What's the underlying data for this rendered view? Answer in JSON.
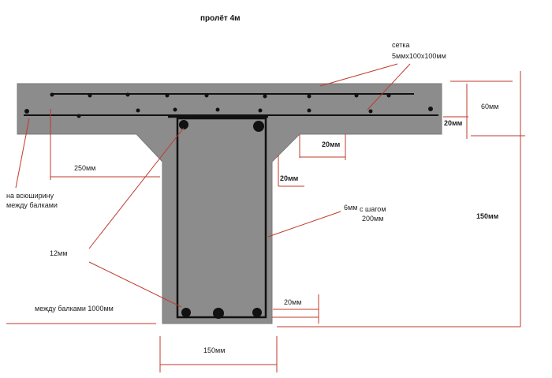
{
  "title": "пролёт 4м",
  "colors": {
    "concrete": "#8c8c8c",
    "dimension_lines": "#c0392b",
    "rebar": "#111111"
  },
  "labels": {
    "mesh_line1": "сетка",
    "mesh_line2": "5ммх100х100мм",
    "slab_thickness": "60мм",
    "cover_top_right": "20мм",
    "haunch_width": "20мм",
    "haunch_height": "20мм",
    "overall_height": "150мм",
    "flange_overhang": "250мм",
    "full_width_line1": "на всюширину",
    "full_width_line2": "между балками",
    "stirrup_line1": "6мм",
    "stirrup_line2": "с шагом",
    "stirrup_line3": "200мм",
    "main_bar": "12мм",
    "cover_bottom": "20мм",
    "beam_spacing": "между балками 1000мм",
    "web_width": "150мм"
  }
}
